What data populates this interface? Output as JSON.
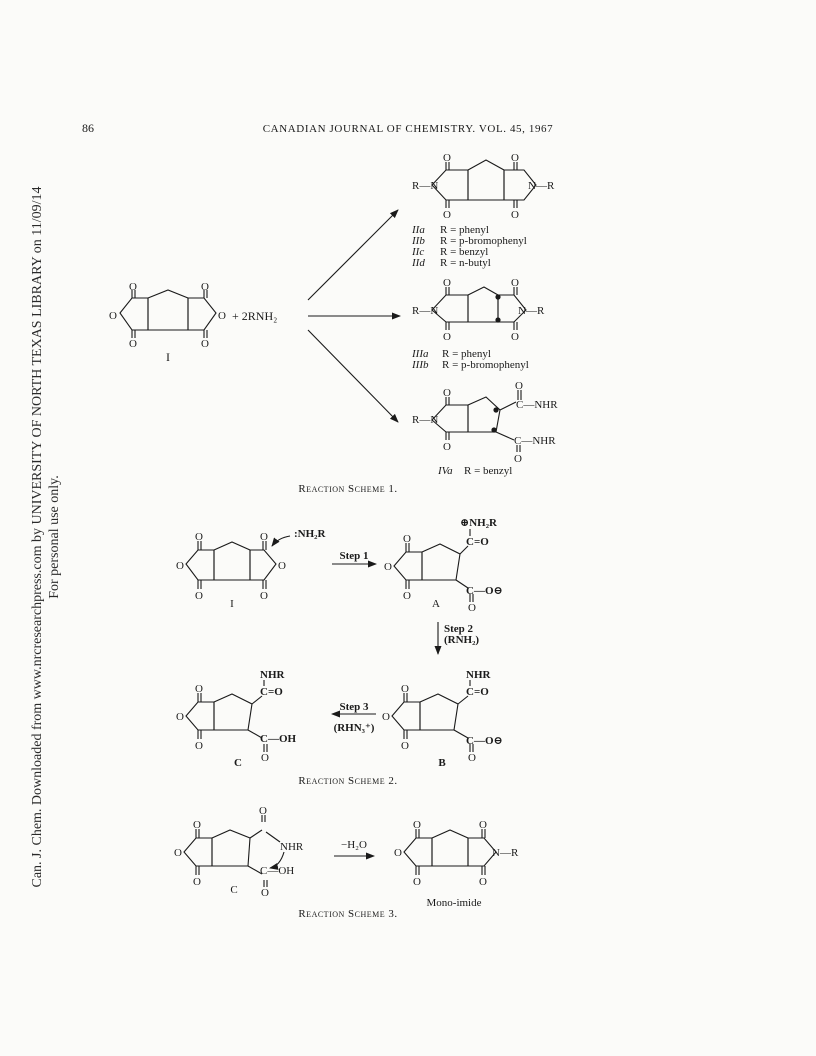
{
  "page": {
    "number": "86",
    "running_head": "CANADIAN JOURNAL OF CHEMISTRY. VOL. 45, 1967"
  },
  "side_note": {
    "line1": "Can. J. Chem. Downloaded from www.nrcresearchpress.com by UNIVERSITY OF NORTH TEXAS LIBRARY on 11/09/14",
    "line2": "For personal use only."
  },
  "scheme1": {
    "caption": "Reaction Scheme 1.",
    "reactant_label": "I",
    "reagent": "+ 2RNH₂",
    "II": {
      "substituent_left": "R—N",
      "substituent_right": "N—R",
      "variants": [
        {
          "id": "IIa",
          "text": "R = phenyl"
        },
        {
          "id": "IIb",
          "text": "R = p-bromophenyl"
        },
        {
          "id": "IIc",
          "text": "R = benzyl"
        },
        {
          "id": "IId",
          "text": "R = n-butyl"
        }
      ]
    },
    "III": {
      "substituent_left": "R—N",
      "substituent_right": "N—R",
      "variants": [
        {
          "id": "IIIa",
          "text": "R = phenyl"
        },
        {
          "id": "IIIb",
          "text": "R = p-bromophenyl"
        }
      ]
    },
    "IV": {
      "substituent_left": "R—N",
      "amide_top": "C—NHR",
      "amide_bottom": "C—NHR",
      "variants": [
        {
          "id": "IVa",
          "text": "R = benzyl"
        }
      ]
    }
  },
  "scheme2": {
    "caption": "Reaction Scheme 2.",
    "amine": ":NH₂R",
    "label_I": "I",
    "label_A": "A",
    "label_B": "B",
    "label_C": "C",
    "step1": "Step 1",
    "step2": "Step 2",
    "step2_reagent": "(RNH₂)",
    "step3": "Step 3",
    "step3_reagent": "(RHN₃⁺)",
    "A_amide": "⊕NH₂R",
    "A_carbonyl": "C=O",
    "A_carboxylate": "C—O⊖",
    "B_amide": "NHR",
    "B_carbonyl": "C=O",
    "B_carboxylate": "C—O⊖",
    "C_amide": "NHR",
    "C_carbonyl": "C=O",
    "C_acid": "C—OH"
  },
  "scheme3": {
    "caption": "Reaction Scheme 3.",
    "label_C": "C",
    "nhr": "NHR",
    "oh": "C—OH",
    "reagent": "−H₂O",
    "product_label": "Mono-imide",
    "product_r": "N—R"
  }
}
